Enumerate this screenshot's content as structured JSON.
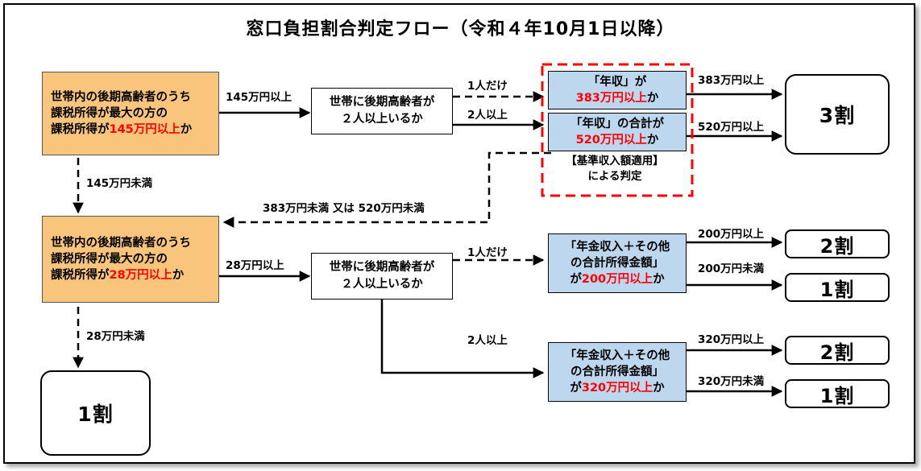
{
  "title": "窓口負担割合判定フロー（令和４年10月1日以降）",
  "q1": {
    "line1": "世帯内の後期高齢者のうち",
    "line2": "課税所得が最大の方の",
    "line3_pre": "課税所得が",
    "line3_red": "145万円以上",
    "line3_post": "か"
  },
  "q2": {
    "line1": "世帯内の後期高齢者のうち",
    "line2": "課税所得が最大の方の",
    "line3_pre": "課税所得が",
    "line3_red": "28万円以上",
    "line3_post": "か"
  },
  "count1": {
    "line1": "世帯に後期高齢者が",
    "line2": "２人以上いるか"
  },
  "count2": {
    "line1": "世帯に後期高齢者が",
    "line2": "２人以上いるか"
  },
  "inc383": {
    "line1": "「年収」が",
    "line2_red": "383万円以上",
    "line2_post": "か"
  },
  "inc520": {
    "line1": "「年収」の合計が",
    "line2_red": "520万円以上",
    "line2_post": "か"
  },
  "note": {
    "line1": "【基準収入額適用】",
    "line2": "による判定"
  },
  "pen200": {
    "line1": "「年金収入＋その他",
    "line2": "の合計所得金額」",
    "line3_pre": "が",
    "line3_red": "200万円以上",
    "line3_post": "か"
  },
  "pen320": {
    "line1": "「年金収入＋その他",
    "line2": "の合計所得金額」",
    "line3_pre": "が",
    "line3_red": "320万円以上",
    "line3_post": "か"
  },
  "results": {
    "r3": "3割",
    "r2a": "2割",
    "r1a": "1割",
    "r2b": "2割",
    "r1b": "1割",
    "r1main": "1割"
  },
  "labels": {
    "l145up": "145万円以上",
    "l145down": "145万円未満",
    "l28up": "28万円以上",
    "l28down": "28万円未満",
    "one1": "1人だけ",
    "two1": "2人以上",
    "one2": "1人だけ",
    "two2": "2人以上",
    "l383up": "383万円以上",
    "l520up": "520万円以上",
    "lback": "383万円未満 又は 520万円未満",
    "l200up": "200万円以上",
    "l200down": "200万円未満",
    "l320up": "320万円以上",
    "l320down": "320万円未満"
  },
  "colors": {
    "decision": "#f9c57c",
    "income_box": "#bdd7ee",
    "highlight": "#ff0000"
  }
}
